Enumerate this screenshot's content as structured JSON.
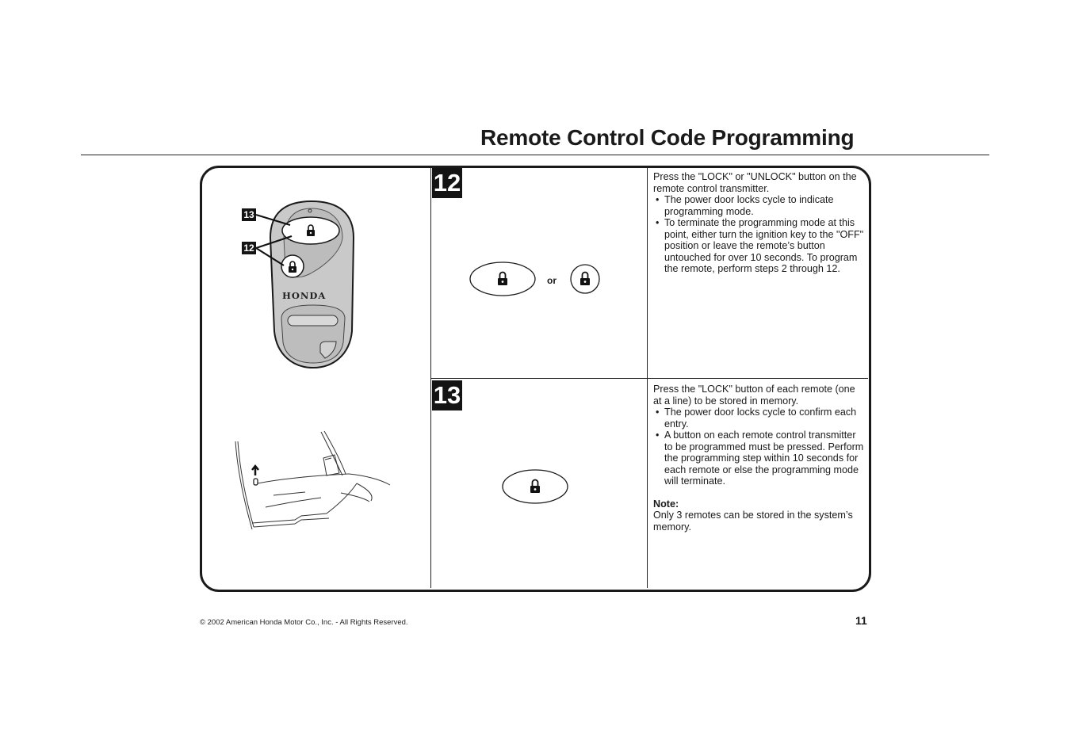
{
  "header": {
    "title": "Remote Control Code Programming"
  },
  "illustration": {
    "callouts": [
      "13",
      "12"
    ],
    "brand": "HONDA"
  },
  "steps": [
    {
      "number": "12",
      "intro": "Press the \"LOCK\" or \"UNLOCK\" button on the remote control transmitter.",
      "bullets": [
        "The power door locks cycle to indicate programming mode.",
        "To terminate the programming mode at this point, either turn the ignition key to the \"OFF\" position or leave the remote’s button untouched for over 10 seconds. To program the remote, perform steps 2 through 12."
      ],
      "or_label": "or",
      "icons": [
        "lock-icon",
        "unlock-icon"
      ]
    },
    {
      "number": "13",
      "intro": "Press the \"LOCK\" button of each remote (one at a line) to be stored in memory.",
      "bullets": [
        "The power door locks cycle to confirm each entry.",
        "A button on each remote control transmitter to be programmed must be pressed. Perform the programming step within 10 seconds for each remote or else the programming mode will terminate."
      ],
      "note_label": "Note:",
      "note_text": "Only 3 remotes can be stored in the system’s memory.",
      "icons": [
        "lock-icon"
      ]
    }
  ],
  "footer": {
    "copyright": "© 2002 American Honda Motor Co., Inc. - All Rights Reserved.",
    "page_number": "11"
  }
}
